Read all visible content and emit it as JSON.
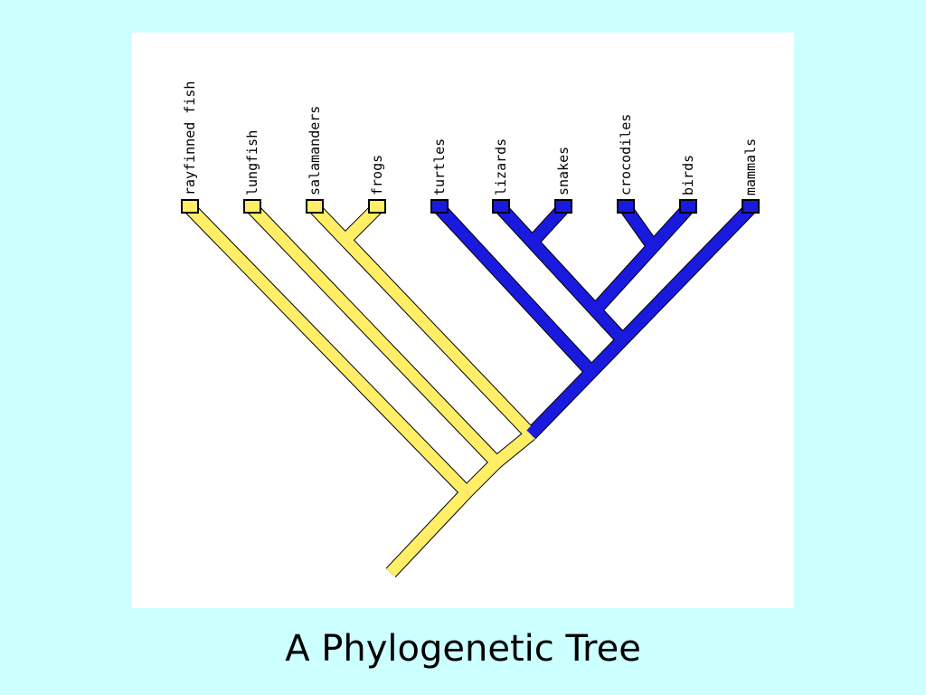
{
  "title": "A Phylogenetic Tree",
  "colors": {
    "background": "#ccffff",
    "panel": "#ffffff",
    "outgroup_branch": "#ffee66",
    "amniote_branch": "#1a1adf",
    "outline": "#000000"
  },
  "taxa": [
    {
      "label": "rayfinned fish",
      "group": "outgroup"
    },
    {
      "label": "lungfish",
      "group": "outgroup"
    },
    {
      "label": "salamanders",
      "group": "outgroup"
    },
    {
      "label": "frogs",
      "group": "outgroup"
    },
    {
      "label": "turtles",
      "group": "amniote"
    },
    {
      "label": "lizards",
      "group": "amniote"
    },
    {
      "label": "snakes",
      "group": "amniote"
    },
    {
      "label": "crocodiles",
      "group": "amniote"
    },
    {
      "label": "birds",
      "group": "amniote"
    },
    {
      "label": "mammals",
      "group": "amniote"
    }
  ]
}
